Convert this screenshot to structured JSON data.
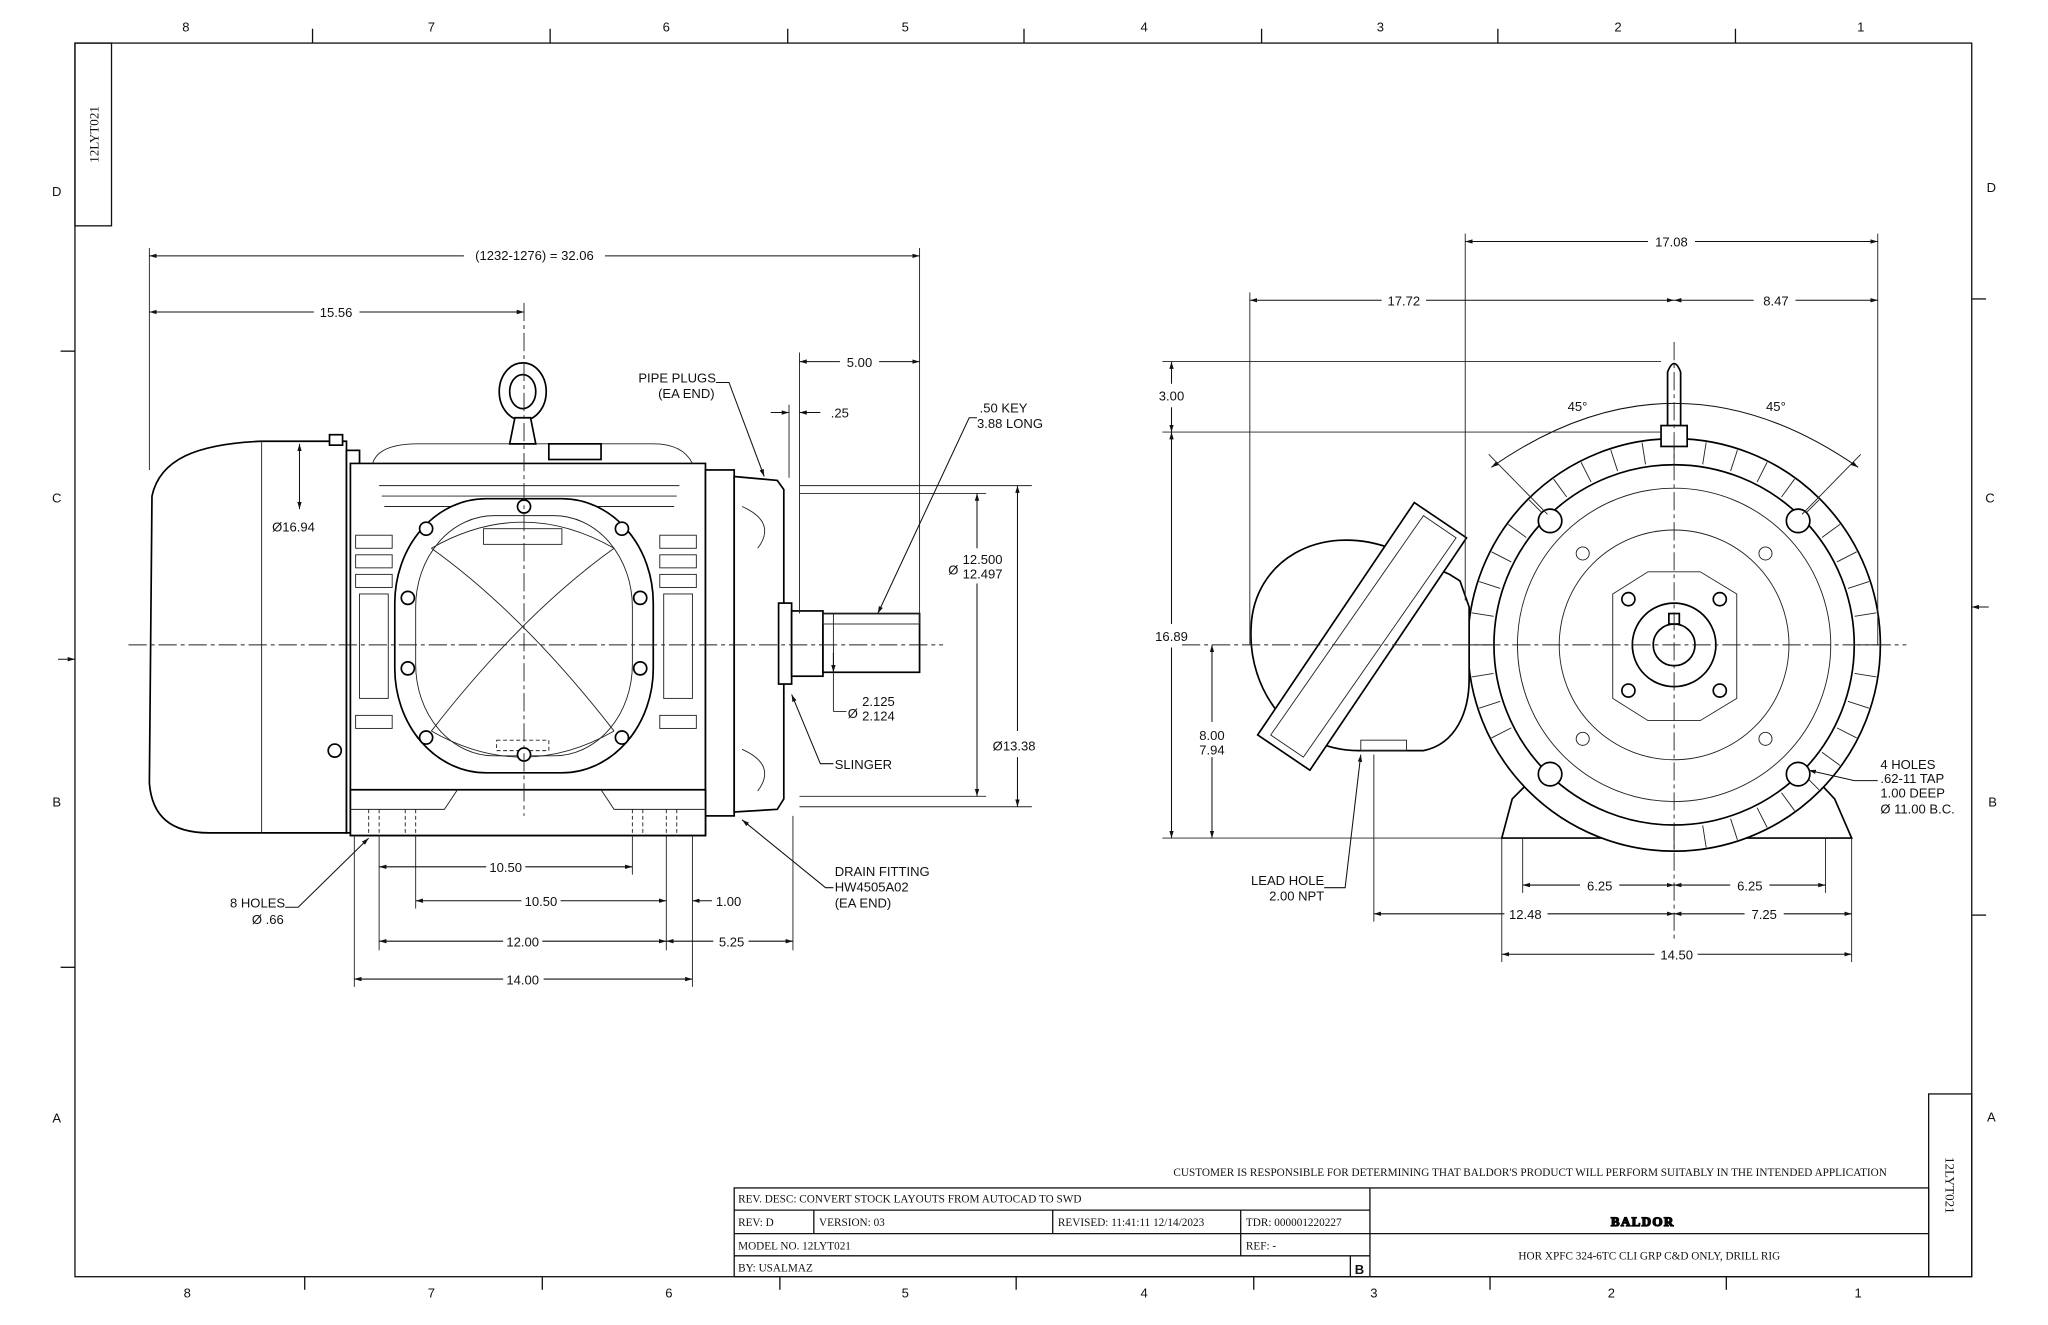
{
  "sheet": {
    "drawing_id": "12LYT021",
    "columns": [
      "8",
      "7",
      "6",
      "5",
      "4",
      "3",
      "2",
      "1"
    ],
    "rows": [
      "D",
      "C",
      "B",
      "A"
    ]
  },
  "side_view": {
    "overall_length": "(1232-1276) = 32.06",
    "to_centerline": "15.56",
    "shaft_extension": "5.00",
    "shoulder": ".25",
    "pipe_plugs": [
      "PIPE PLUGS",
      "(EA END)"
    ],
    "key": [
      ".50 KEY",
      "3.88 LONG"
    ],
    "fan_cover_dia": "16.94",
    "pilot_dia": [
      "12.500",
      "12.497"
    ],
    "shaft_dia": [
      "2.125",
      "2.124"
    ],
    "flange_dia": "13.38",
    "slinger": "SLINGER",
    "foot_holes": [
      "8 HOLES",
      "Ø .66"
    ],
    "drain_fitting": [
      "DRAIN FITTING",
      "HW4505A02",
      "(EA END)"
    ],
    "foot_dims": {
      "a": "10.50",
      "b": "10.50",
      "c": "1.00",
      "d": "12.00",
      "e": "5.25",
      "f": "14.00"
    }
  },
  "end_view": {
    "overall_width": "17.08",
    "left_width": "17.72",
    "right_width": "8.47",
    "eyebolt_height": "3.00",
    "total_height": "16.89",
    "shaft_height": [
      "8.00",
      "7.94"
    ],
    "angle_left": "45°",
    "angle_right": "45°",
    "tapped_holes": [
      "4 HOLES",
      ".62-11 TAP",
      "1.00 DEEP",
      "Ø 11.00 B.C."
    ],
    "lead_hole": [
      "LEAD HOLE",
      "2.00 NPT"
    ],
    "foot_half_left": "6.25",
    "foot_half_right": "6.25",
    "lead_offset": "12.48",
    "foot_right": "7.25",
    "foot_width": "14.50"
  },
  "title_block": {
    "disclaimer": "CUSTOMER IS RESPONSIBLE FOR DETERMINING THAT BALDOR'S PRODUCT WILL PERFORM SUITABLY IN THE INTENDED APPLICATION",
    "rev_desc": "REV. DESC: CONVERT STOCK LAYOUTS FROM AUTOCAD TO SWD",
    "rev": "REV:  D",
    "version": "VERSION:  03",
    "revised": "REVISED:  11:41:11 12/14/2023",
    "tdr": "TDR: 000001220227",
    "model_no": "MODEL NO.  12LYT021",
    "ref": "REF:  -",
    "by": "BY: USALMAZ",
    "size": "B",
    "logo": "BALDOR",
    "description": "HOR XPFC 324-6TC CLI GRP C&D ONLY, DRILL RIG"
  }
}
